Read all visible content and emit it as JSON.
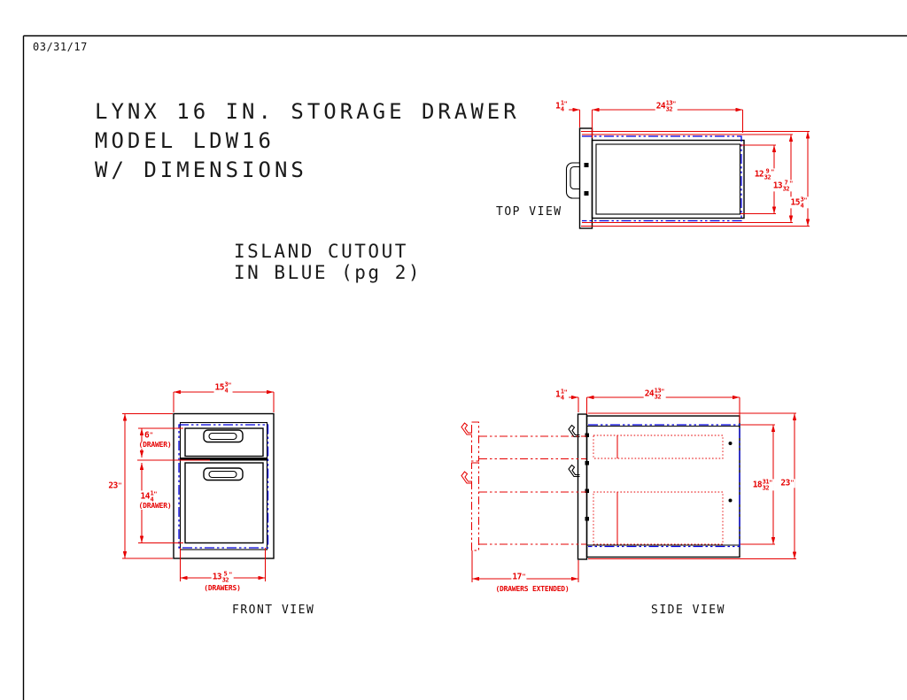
{
  "page": {
    "date": "03/31/17"
  },
  "title": {
    "line1": "LYNX 16 IN. STORAGE DRAWER",
    "line2": "MODEL LDW16",
    "line3": "W/ DIMENSIONS"
  },
  "note": {
    "line1": "ISLAND CUTOUT",
    "line2": "IN BLUE (pg 2)"
  },
  "colors": {
    "dimension_red": "#e60000",
    "cutout_blue": "#0000dd",
    "line_black": "#000000"
  },
  "views": {
    "top": {
      "label": "TOP VIEW",
      "dims": {
        "overhang": {
          "whole": "1",
          "num": "1",
          "den": "4",
          "unit": "\""
        },
        "width": {
          "whole": "24",
          "num": "13",
          "den": "32",
          "unit": "\""
        },
        "inner_depth": {
          "whole": "12",
          "num": "9",
          "den": "32",
          "unit": "\""
        },
        "cutout_depth": {
          "whole": "13",
          "num": "7",
          "den": "32",
          "unit": "\""
        },
        "overall_depth": {
          "whole": "15",
          "num": "3",
          "den": "4",
          "unit": "\""
        }
      }
    },
    "front": {
      "label": "FRONT VIEW",
      "dims": {
        "width": {
          "whole": "15",
          "num": "3",
          "den": "4",
          "unit": "\""
        },
        "height": {
          "whole": "23",
          "unit": "\""
        },
        "top_drawer": {
          "whole": "6",
          "unit": "\"",
          "caption": "(DRAWER)"
        },
        "bottom_drawer": {
          "whole": "14",
          "num": "1",
          "den": "4",
          "unit": "\"",
          "caption": "(DRAWER)"
        },
        "drawers_width": {
          "whole": "13",
          "num": "5",
          "den": "32",
          "unit": "\"",
          "caption": "(DRAWERS)"
        }
      }
    },
    "side": {
      "label": "SIDE VIEW",
      "dims": {
        "overhang": {
          "whole": "1",
          "num": "1",
          "den": "4",
          "unit": "\""
        },
        "depth": {
          "whole": "24",
          "num": "13",
          "den": "32",
          "unit": "\""
        },
        "cutout_height": {
          "whole": "18",
          "num": "31",
          "den": "32",
          "unit": "\""
        },
        "height": {
          "whole": "23",
          "unit": "\""
        },
        "extended": {
          "whole": "17",
          "unit": "\"",
          "caption": "(DRAWERS EXTENDED)"
        }
      }
    }
  }
}
